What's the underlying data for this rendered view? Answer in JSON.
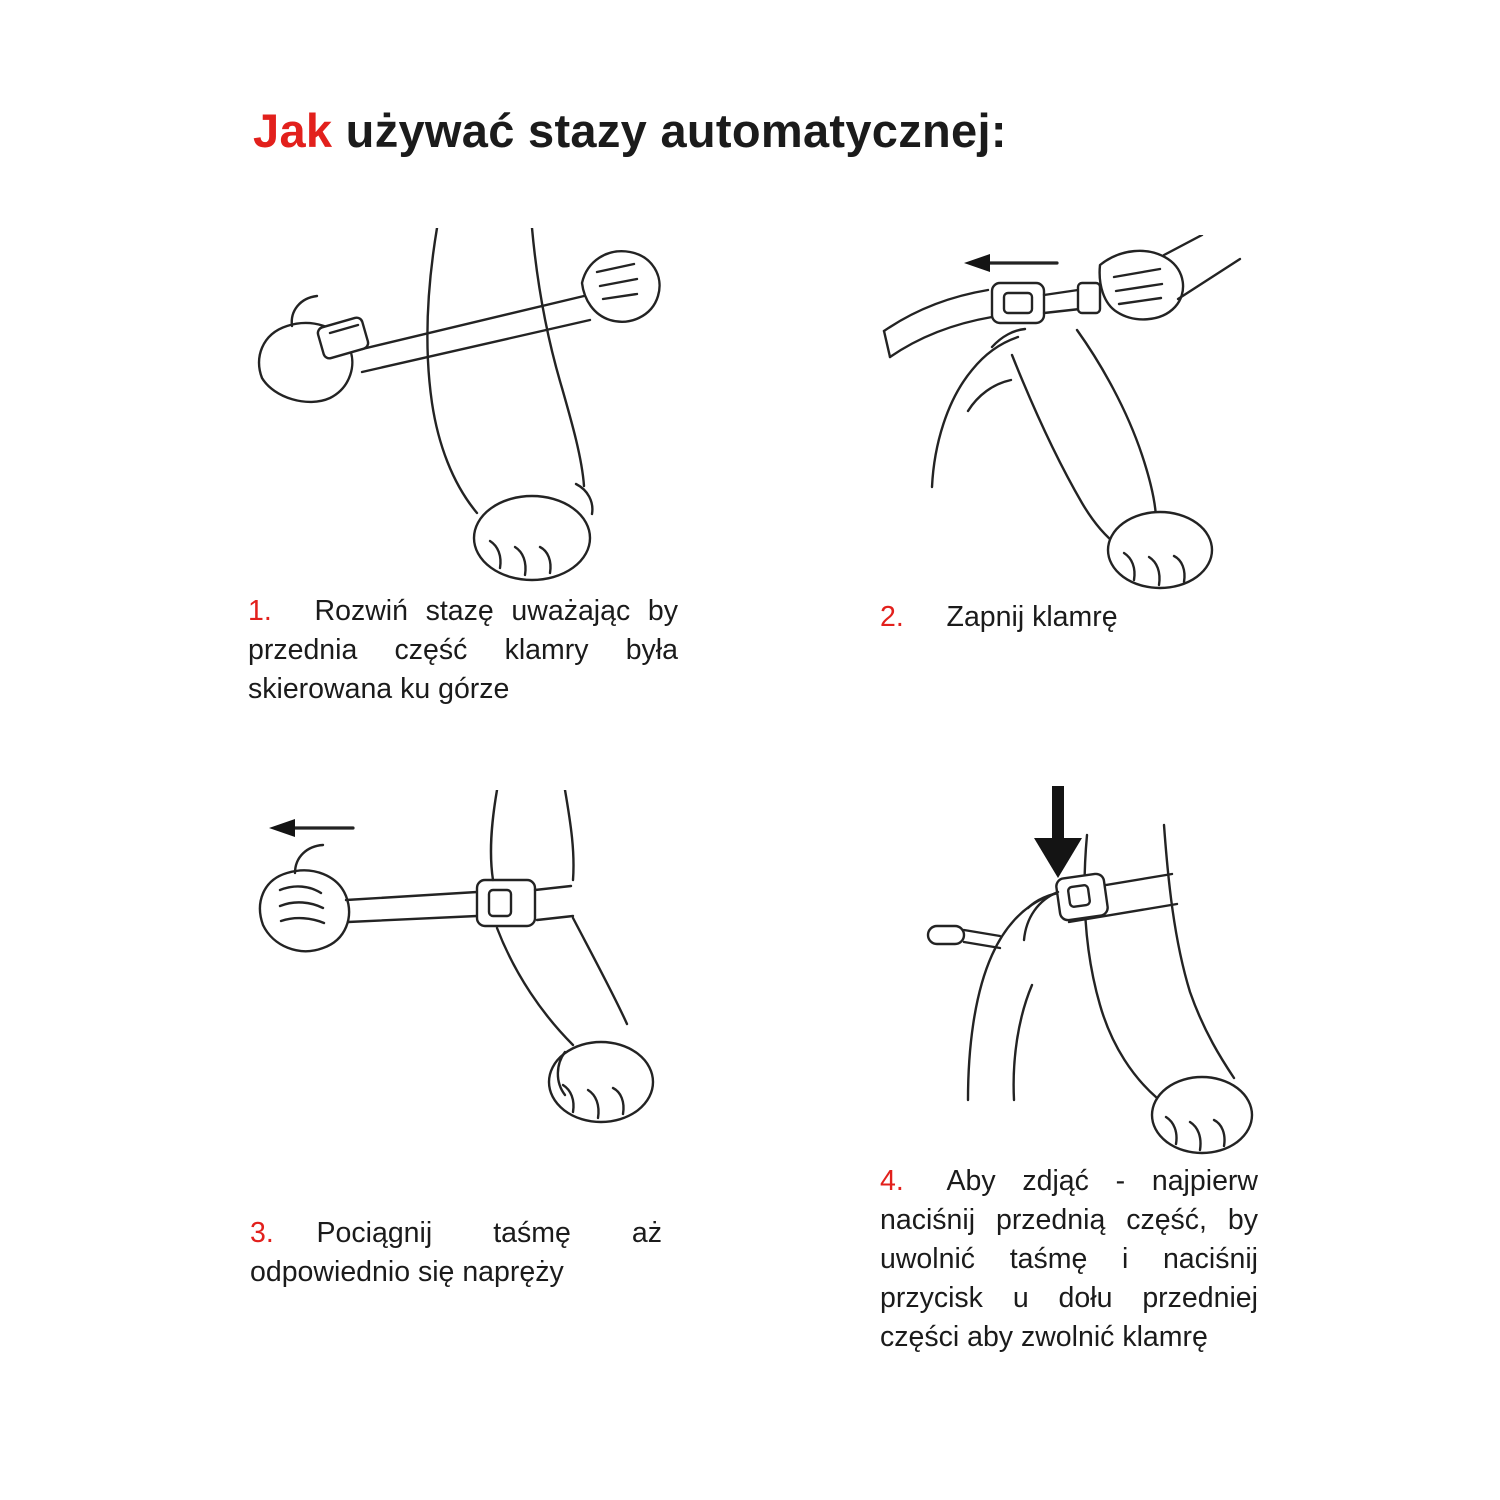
{
  "colors": {
    "accent": "#e2201c",
    "ink": "#1b1b1b"
  },
  "title": {
    "highlight": "Jak",
    "rest": " używać stazy automatycznej:"
  },
  "steps": [
    {
      "number": "1.",
      "text": "Rozwiń stazę uważając by przednia część klamry była skierowana ku górze",
      "illustration": "unroll-tourniquet-buckle-facing-up"
    },
    {
      "number": "2.",
      "text": "Zapnij klamrę",
      "illustration": "fasten-buckle"
    },
    {
      "number": "3.",
      "text": "Pociągnij taśmę aż odpowiednio się napręży",
      "illustration": "pull-strap-to-tighten"
    },
    {
      "number": "4.",
      "text": "Aby zdjąć - najpierw naciśnij przednią część, by uwolnić taśmę i naciśnij przycisk u dołu przedniej części aby zwolnić klamrę",
      "illustration": "press-front-release-buckle"
    }
  ]
}
